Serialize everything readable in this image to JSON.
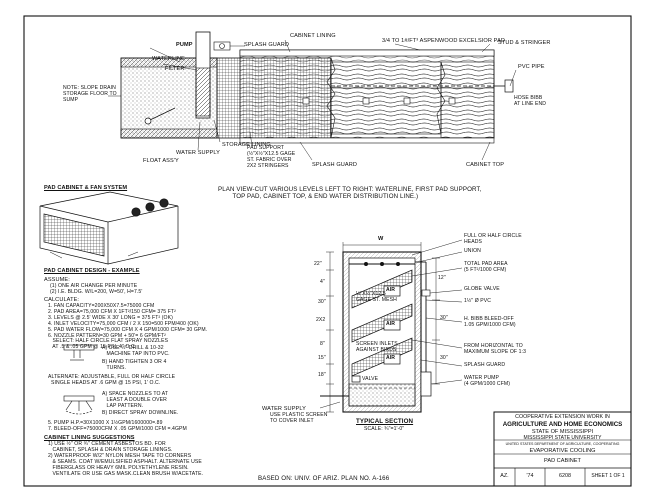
{
  "top_view": {
    "pump": "PUMP",
    "splash_guard_top": "SPLASH GUARD",
    "cabinet_lining": "CABINET LINING",
    "pad_spec": "3/4 TO 1#/FT³ ASPENWOOD EXCELSIOR PAD",
    "stud_stringer": "STUD & STRINGER",
    "waterline": "WATERLINE",
    "filter": "FILTER",
    "slope_note": "NOTE: SLOPE DRAIN\nSTORAGE FLOOR TO\nSUMP",
    "pvc_pipe": "PVC PIPE",
    "hose_bibb": "HOSE BIBB\nAT LINE END",
    "pad_support": "PAD SUPPORT\n(½\"X½\"X12.5 GAGE\nST. FABRIC OVER\n2X2 STRINGERS",
    "storage_lining": "STORAGE LINING",
    "water_supply": "WATER SUPPLY",
    "float_ass": "FLOAT ASS'Y",
    "splash_guard_bottom": "SPLASH GUARD",
    "cabinet_top": "CABINET TOP",
    "plan_view": "PLAN VIEW-CUT VARIOUS LEVELS LEFT TO RIGHT: WATERLINE, FIRST PAD SUPPORT,\n        TOP PAD, CABINET TOP, & END WATER DISTRIBUTION LINE.)"
  },
  "left_column": {
    "pad_cabinet_fan": "PAD CABINET & FAN SYSTEM",
    "design_title": "PAD CABINET DESIGN - EXAMPLE",
    "assume": "ASSUME:",
    "assume_lines": "(1) ONE AIR CHANGE PER MINUTE\n(2) I.E. BLDG. W/L=200, W=50', H=7.5'",
    "calculate": "CALCULATE:",
    "calc_lines": "1. FAN CAPACITY=200X50X7.5=75000 CFM\n2. PAD AREA=75,000 CFM X 1FT²/150 CFM= 375 FT²\n3. LEVELS @ 2.5' WIDE X 30' LONG = 375 FT² (OK)\n4. INLET VELOCITY=75,000 CFM / 2 X 150=500 FPM/400 (OK)\n5. PAD WATER FLOW=75,000 CFM X 4 GPM/1000 CFM= 30 GPM.\n6. NOZZLE PATTERN=30 GPM + 50'= 6 GPM/FT²\n   SELECT: HALF CIRCLE FLAT SPRAY NOZZLES\n   AT .5 & .05 GPM @ 15 PSI, 4\" O.C.",
    "nozzle_a": "A) USE ½\" DRILL & 10-32\n   MACHINE TAP INTO PVC.",
    "nozzle_b": "B) HAND TIGHTEN 3 OR 4\n   TURNS.",
    "alternate": "ALTERNATE: ADJUSTABLE, FULL OR HALF CIRCLE\n  SINGLE HEADS AT .6 GPM @ 15 PSI, 1' O.C.",
    "space_a": "A) SPACE NOZZLES TO AT\n   LEAST A DOUBLE OVER\n   LAP PATTERN.",
    "space_b": "B) DIRECT SPRAY DOWNLINE.",
    "pump_bleed": "5. PUMP H.P.=30X1000 X 1½GPM/1600000=.89\n7. BLEED-OFF=75000CFM X .05 GPM/1000 CFM =.4GPM",
    "lining_title": "CABINET LINING SUGGESTIONS",
    "lining_lines": "1) USE ½\" OR ¾\" CEMENT ASBESTOS BD. FOR\n   CABINET, SPLASH & DRAIN STORAGE LININGS.\n2) WATERPROOF W/2\" NYLON MESH TAPE TO CORNERS\n   & SEAMS. COAT W/EMULSIFIED ASPHALT. ALTERNATE USE\n   FIBERGLASS OR HEAVY 6MIL POLYETHYLENE RESIN.\n   VENTILATE OR USE GAS MASK.CLEAN BRUSH W/ACETATE."
  },
  "section": {
    "dim_w": "W",
    "dim_22": "22\"",
    "dim_4": "4\"",
    "dim_12": "12\"",
    "dim_30a": "30\"",
    "dim_30b": "30\"",
    "dim_2x2": "2X2",
    "dim_8": "8\"",
    "dim_15": "15\"",
    "dim_30c": "30\"",
    "dim_18": "18\"",
    "air1": "AIR",
    "air2": "AIR",
    "air3": "AIR",
    "mesh": "½\"X½\"X12.5\nGAGE ST. MESH",
    "screen_inlets": "SCREEN INLETS\nAGAINST BIRDS",
    "valve": "VALVE",
    "water_supply": "WATER SUPPLY",
    "plastic_screen": "USE PLASTIC SCREEN\nTO COVER INLET",
    "typical_section": "TYPICAL SECTION",
    "scale": "SCALE: ¾\"=1'-0\"",
    "full_half": "FULL OR HALF CIRCLE\nHEADS",
    "union": "UNION",
    "total_pad": "TOTAL PAD AREA\n(5 FT²/1000 CFM)",
    "globe_valve": "GLOBE VALVE",
    "pvc": "1½\" Ø PVC",
    "bibb": "H. BIBB BLEED-OFF\n1.05 GPM/1000 CFM)",
    "horizontal": "FROM HORIZONTAL TO\nMAXIMUM SLOPE OF 1:3",
    "splash_guard": "SPLASH GUARD",
    "water_pump": "WATER PUMP\n(4 GPM/1000 CFM)"
  },
  "title_block": {
    "coop1": "COOPERATIVE EXTENSION WORK IN",
    "coop2": "AGRICULTURE AND HOME ECONOMICS",
    "state": "STATE OF MISSISSIPPI",
    "univ": "MISSISSIPPI STATE UNIVERSITY",
    "usda": "UNITED STATES DEPARTMENT OF AGRICULTURE, COOPERATING",
    "drawing1": "EVAPORATIVE COOLING",
    "drawing2": "PAD CABINET",
    "az": "AZ.",
    "year": "'74",
    "number": "6208",
    "sheet": "SHEET 1 OF 1"
  },
  "footer": "BASED ON: UNIV. OF ARIZ. PLAN NO. A-166"
}
